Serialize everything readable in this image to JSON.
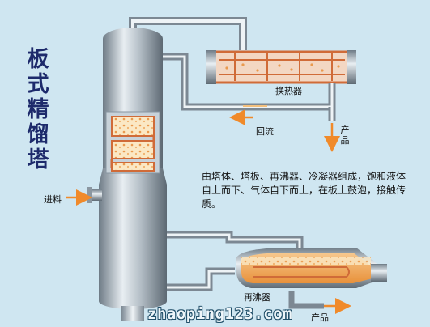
{
  "title": "板式精馏塔",
  "labels": {
    "heat_exchanger": "换热器",
    "reflux": "回流",
    "top_product": "产品",
    "feed": "进料",
    "reboiler": "再沸器",
    "bottom_product": "产品"
  },
  "description": "由塔体、塔板、再沸器、冷凝器组成，饱和液体自上而下、气体自下而上，在板上鼓泡，接触传质。",
  "watermark": "zhaoping123.com",
  "colors": {
    "background": "#cfe6f1",
    "arrow": "#f08a2a",
    "liquid": "#f0a24c",
    "vessel": "#a8b3bc",
    "title": "#1d2a6b"
  }
}
